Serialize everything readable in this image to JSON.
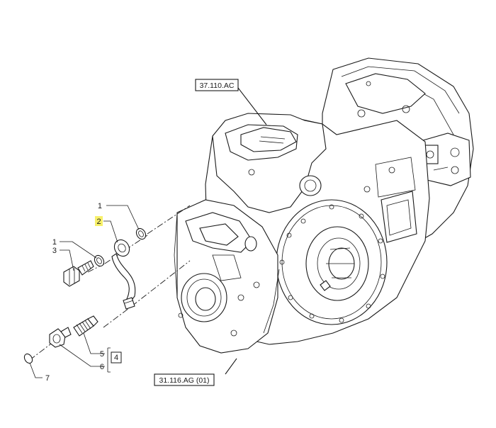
{
  "refs": {
    "ref_top": "37.110.AC",
    "ref_bottom": "31.116.AG (01)"
  },
  "callouts": {
    "c1_upper": "1",
    "c2": "2",
    "c1_lower": "1",
    "c3": "3",
    "c5": "5",
    "c6": "6",
    "c4": "4",
    "c7": "7"
  },
  "colors": {
    "line": "#1a1a1a",
    "highlight": "#f7f06a",
    "background": "#ffffff"
  }
}
